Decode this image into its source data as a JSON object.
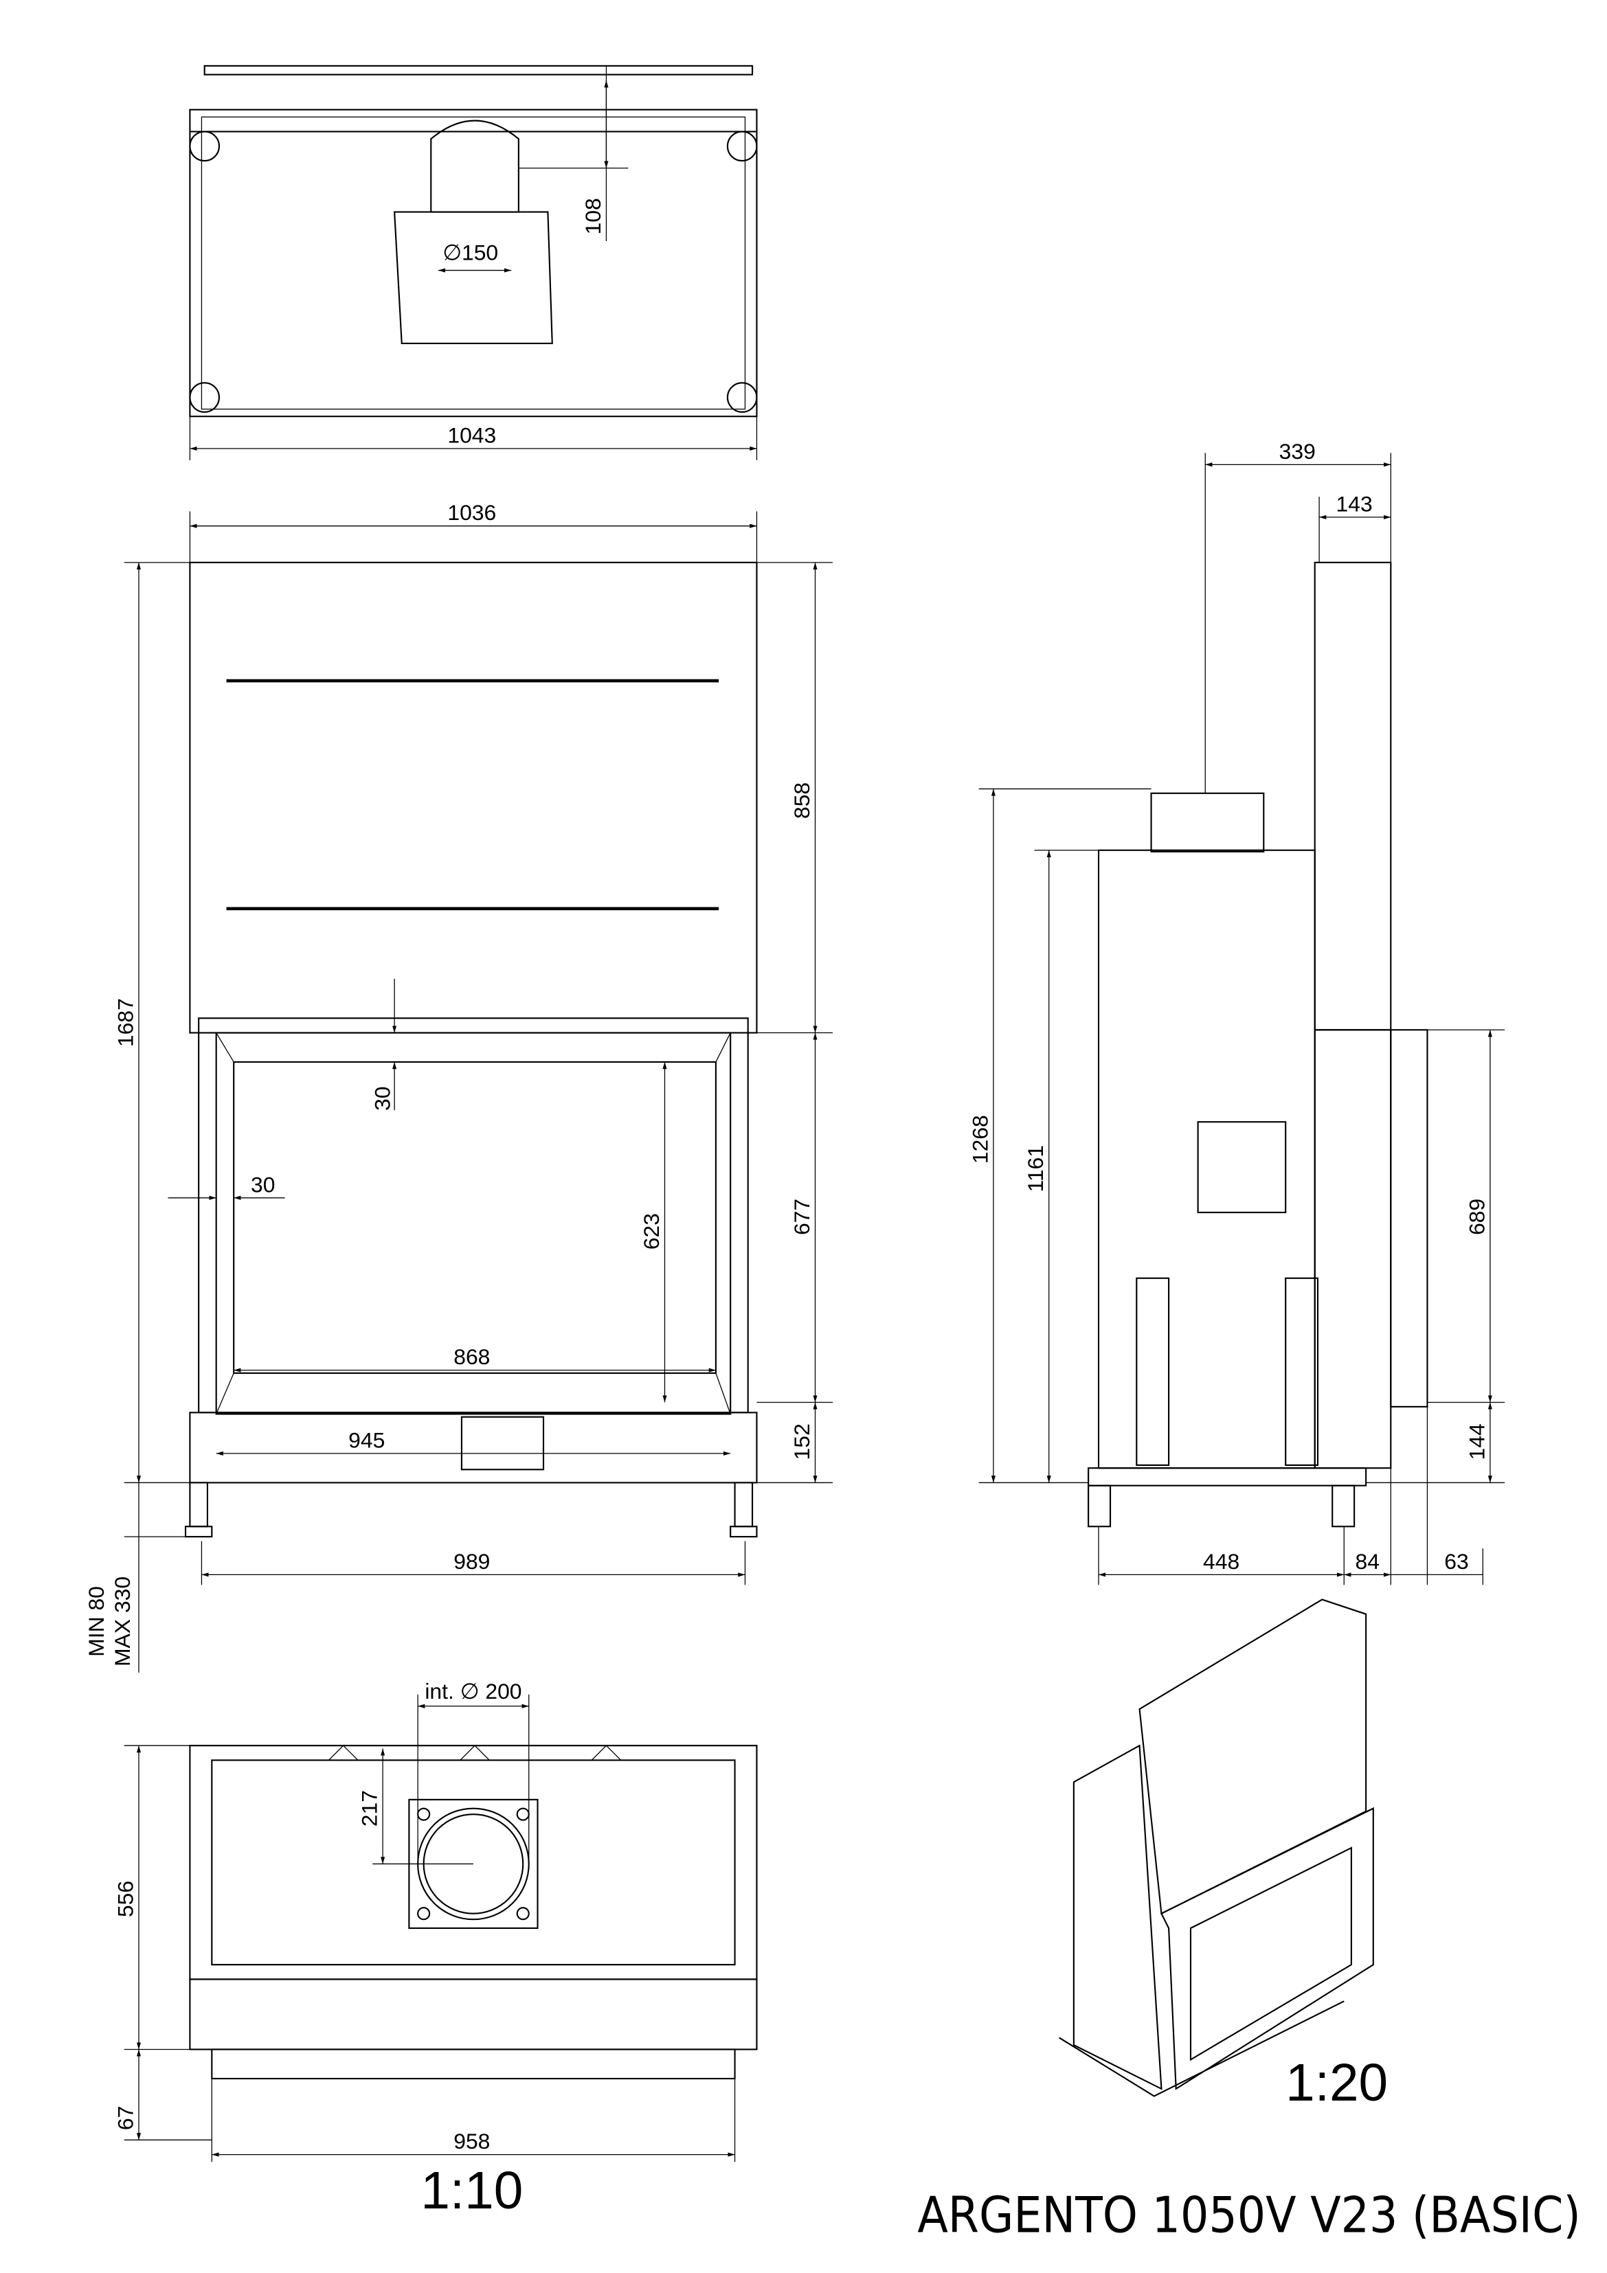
{
  "drawing": {
    "title": "ARGENTO 1050V V23 (BASIC)",
    "scale_main": "1:10",
    "scale_iso": "1:20"
  },
  "top_view": {
    "dim_width": "1043",
    "dim_flue_offset": "108",
    "dim_flue_diameter": "∅150"
  },
  "front_view": {
    "dim_width": "1036",
    "dim_height_total": "1687",
    "dim_upper": "858",
    "dim_door": "677",
    "dim_base": "152",
    "dim_frame_top": "30",
    "dim_frame_side": "30",
    "dim_glass_height": "623",
    "dim_glass_width": "868",
    "dim_door_width": "945",
    "dim_feet": "989",
    "feet_min": "MIN 80",
    "feet_max": "MAX 330"
  },
  "bottom_view": {
    "dim_outlet": "int. ∅ 200",
    "dim_outlet_offset": "217",
    "dim_depth": "556",
    "dim_front": "67",
    "dim_width": "958"
  },
  "side_view": {
    "dim_depth_total": "339",
    "dim_panel": "143",
    "dim_height_flue": "1268",
    "dim_height_body": "1161",
    "dim_door": "689",
    "dim_base": "144",
    "dim_base_depth": "448",
    "dim_a": "84",
    "dim_b": "63"
  }
}
